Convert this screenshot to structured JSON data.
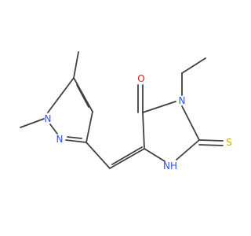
{
  "colors": {
    "bond": "#404040",
    "nitrogen": "#3050F8",
    "oxygen": "#FF0D0D",
    "sulfur": "#C6B000",
    "background": "#FFFFFF"
  },
  "atoms": {
    "n1": "N",
    "n2": "N",
    "n3": "N",
    "nh": "NH",
    "o": "O",
    "s": "S"
  }
}
